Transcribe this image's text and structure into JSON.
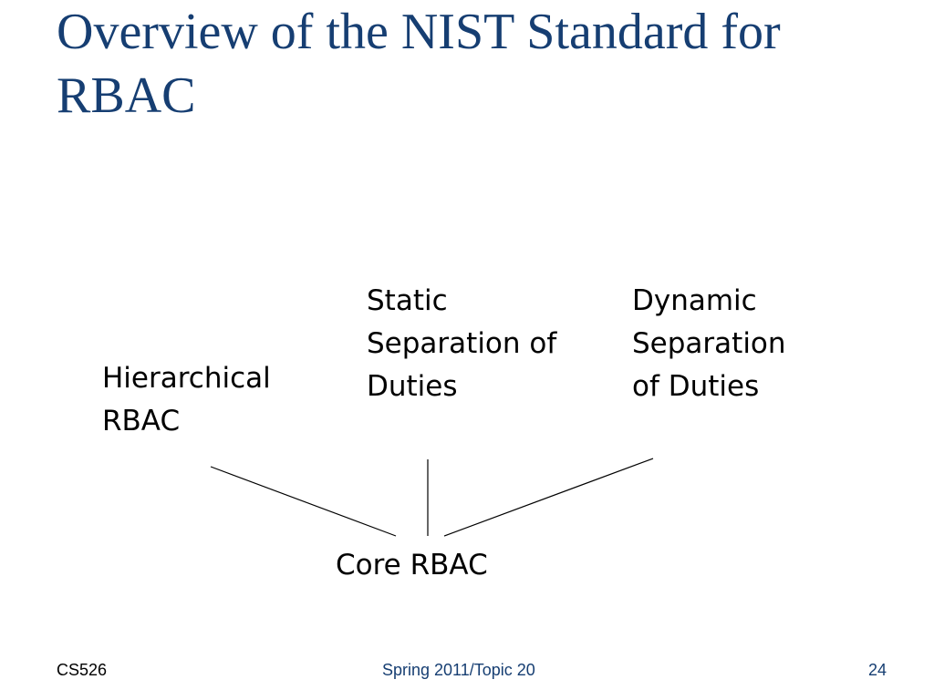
{
  "slide": {
    "title": "Overview of the NIST Standard for RBAC"
  },
  "diagram": {
    "nodes": {
      "hierarchical": [
        "Hierarchical",
        "RBAC"
      ],
      "static_sod": [
        "Static",
        "Separation of",
        "Duties"
      ],
      "dynamic_sod": [
        "Dynamic",
        "Separation",
        "of Duties"
      ],
      "core": "Core RBAC"
    },
    "edges": [
      {
        "from": "hierarchical",
        "to": "core"
      },
      {
        "from": "static_sod",
        "to": "core"
      },
      {
        "from": "dynamic_sod",
        "to": "core"
      }
    ]
  },
  "footer": {
    "left": "CS526",
    "center": "Spring 2011/Topic 20",
    "right": "24"
  },
  "colors": {
    "title": "#163E72",
    "footer_accent": "#163E72",
    "text": "#000000",
    "background": "#ffffff"
  }
}
